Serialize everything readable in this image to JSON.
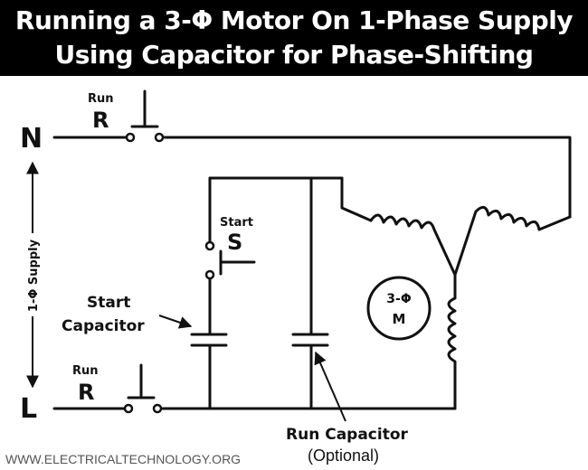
{
  "title": {
    "line1": "Running a 3-Φ Motor On 1-Phase Supply",
    "line2": "Using Capacitor for Phase-Shifting"
  },
  "labels": {
    "neutral": "N",
    "line": "L",
    "supply": "1-Φ Supply",
    "run_top_small": "Run",
    "run_top_letter": "R",
    "run_bottom_small": "Run",
    "run_bottom_letter": "R",
    "start_small": "Start",
    "start_letter": "S",
    "start_capacitor_line1": "Start",
    "start_capacitor_line2": "Capacitor",
    "run_capacitor": "Run Capacitor",
    "run_capacitor_note": "(Optional)",
    "motor_line1": "3-Φ",
    "motor_line2": "M"
  },
  "footer": {
    "website": "WWW.ELECTRICALTECHNOLOGY.ORG"
  },
  "colors": {
    "header_bg": "#000000",
    "header_text": "#ffffff",
    "wire": "#111111",
    "footer_text": "#555555"
  }
}
